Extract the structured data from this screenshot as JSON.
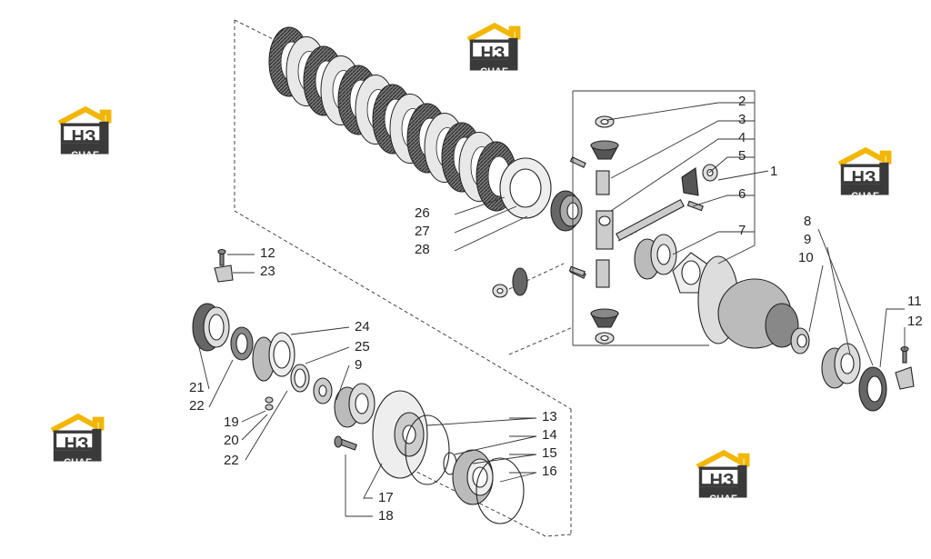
{
  "watermark": {
    "initials": "НЗ",
    "word": "СНАБ",
    "color_roof": "#f2b705",
    "color_dark": "#3a3a3a"
  },
  "callouts": [
    "1",
    "2",
    "3",
    "4",
    "5",
    "6",
    "7",
    "8",
    "9",
    "10",
    "11",
    "12",
    "12",
    "13",
    "14",
    "15",
    "16",
    "17",
    "18",
    "19",
    "20",
    "21",
    "22",
    "22",
    "23",
    "24",
    "25",
    "9",
    "26",
    "27",
    "28"
  ]
}
